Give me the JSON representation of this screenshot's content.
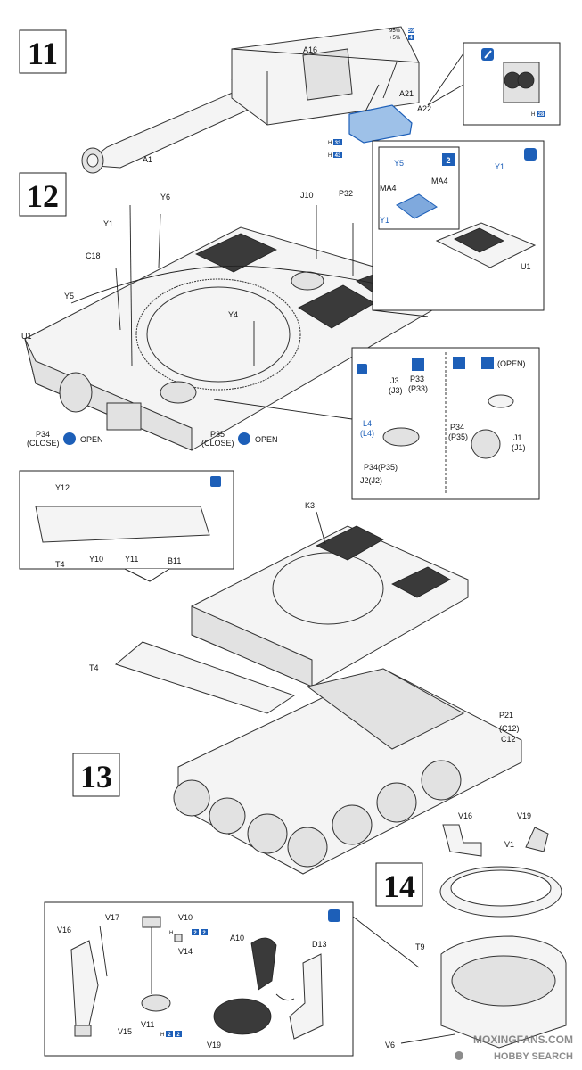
{
  "steps": {
    "s11": "11",
    "s12": "12",
    "s13": "13",
    "s14": "14"
  },
  "paint": {
    "p95": "95%",
    "p5": "+5%",
    "c59": "59",
    "c4": "4",
    "c33": "33",
    "c43": "43",
    "c28": "28",
    "c2a": "2",
    "c2b": "2",
    "c2c": "2",
    "c2d": "2",
    "h": "H"
  },
  "labels": {
    "A16": "A16",
    "A21": "A21",
    "A22": "A22",
    "A1": "A1",
    "Y6": "Y6",
    "J10": "J10",
    "P32": "P32",
    "Y1a": "Y1",
    "Y1b": "Y1",
    "Y1c": "Y1",
    "C18": "C18",
    "Y5a": "Y5",
    "Y5b": "Y5",
    "U1a": "U1",
    "U1b": "U1",
    "Y4": "Y4",
    "MA4a": "MA4",
    "MA4b": "MA4",
    "x2": "2",
    "P34close": "P34",
    "close1": "(CLOSE)",
    "P35close": "P35",
    "close2": "(CLOSE)",
    "open1": "OPEN",
    "open2": "OPEN",
    "open3": "(OPEN)",
    "J3": "J3",
    "J3b": "(J3)",
    "P33": "P33",
    "P33b": "(P33)",
    "L4": "L4",
    "L4b": "(L4)",
    "P34P35": "P34(P35)",
    "J2": "J2(J2)",
    "P34r": "P34",
    "P35r": "(P35)",
    "J1": "J1",
    "J1b": "(J1)",
    "Y12": "Y12",
    "T4a": "T4",
    "Y10a": "Y10",
    "Y11a": "Y11",
    "B11": "B11",
    "K3": "K3",
    "T4b": "T4",
    "P21": "P21",
    "C12b": "(C12)",
    "C12": "C12",
    "V16a": "V16",
    "V19a": "V19",
    "V1": "V1",
    "V16b": "V16",
    "V17": "V17",
    "V10": "V10",
    "V14": "V14",
    "A10": "A10",
    "D13": "D13",
    "V11": "V11",
    "V19b": "V19",
    "V15": "V15",
    "T9": "T9",
    "V6": "V6"
  },
  "watermark": {
    "line1": "MOXINGFANS.COM",
    "line2": "HOBBY SEARCH"
  },
  "colors": {
    "accent_blue": "#1d5fb8",
    "ink": "#111111"
  }
}
